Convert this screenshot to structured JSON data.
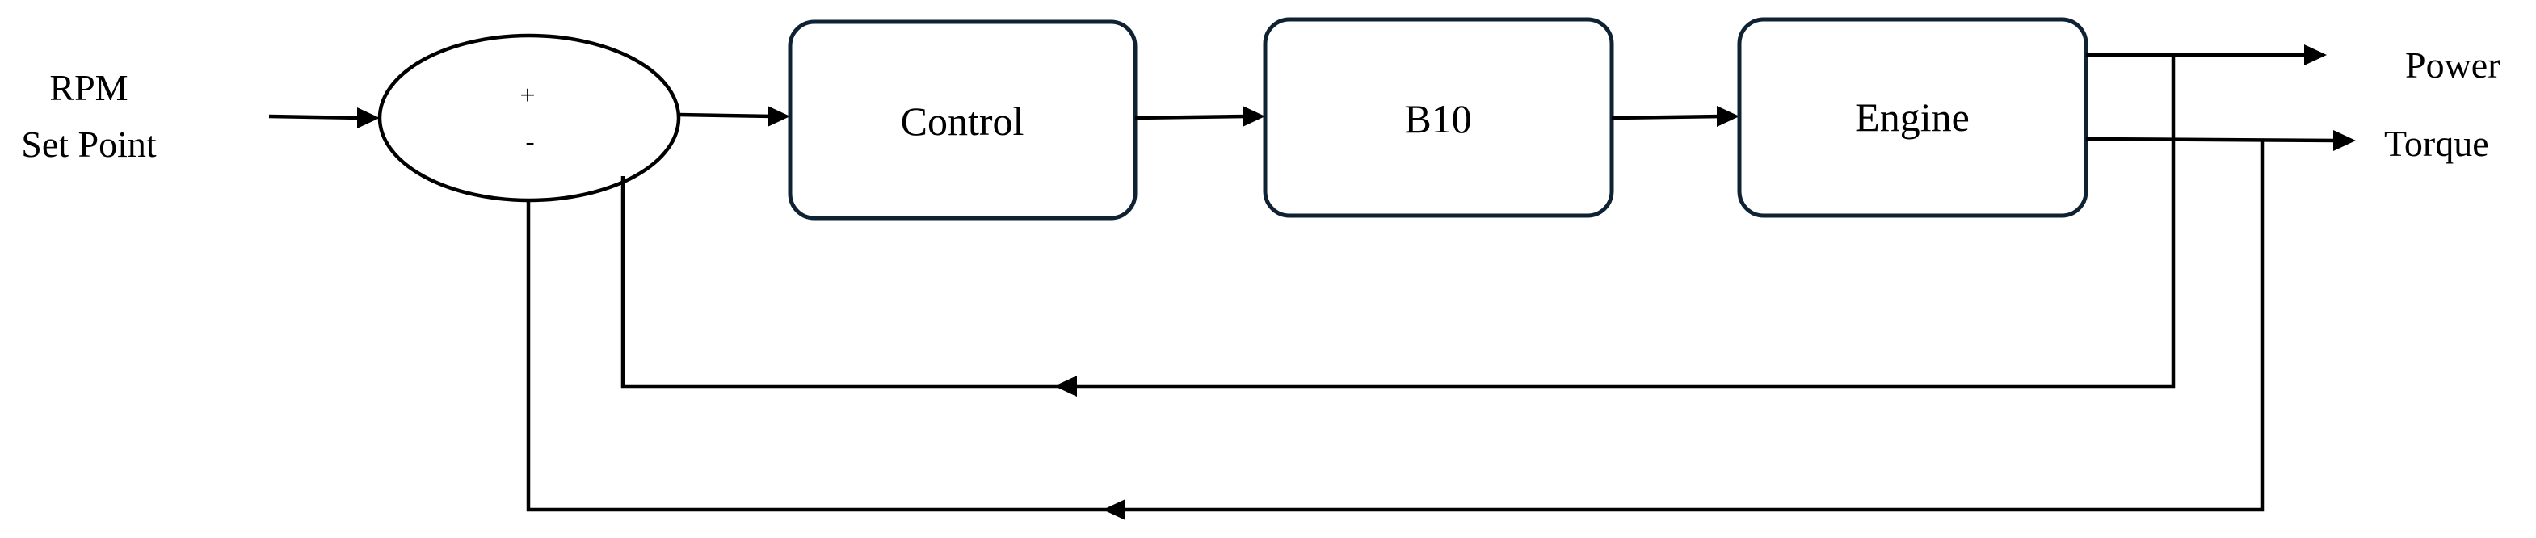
{
  "input": {
    "line1": "RPM",
    "line2": "Set Point"
  },
  "summing_junction": {
    "plus_sign": "+",
    "minus_sign": "-"
  },
  "blocks": {
    "control": "Control",
    "b10": "B10",
    "engine": "Engine"
  },
  "outputs": {
    "power": "Power",
    "torque": "Torque"
  },
  "colors": {
    "block_border": "#0f2233",
    "line": "#000000",
    "background": "#ffffff"
  }
}
